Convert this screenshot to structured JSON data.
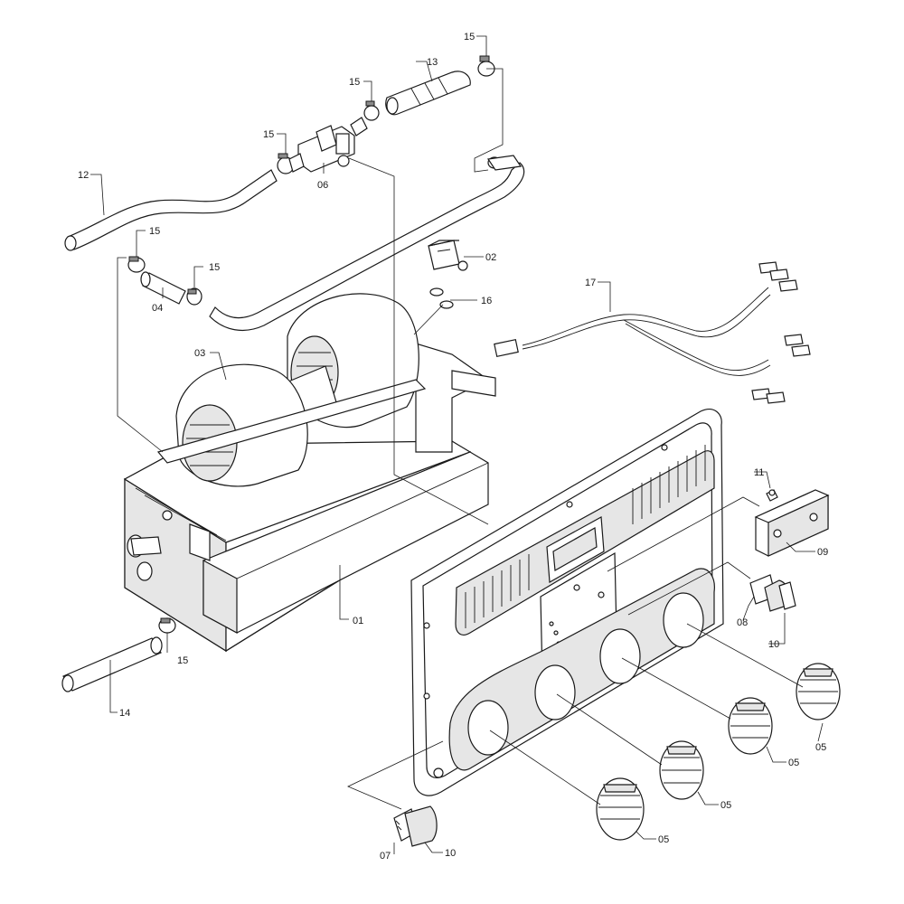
{
  "callouts": [
    {
      "id": "c01",
      "text": "01"
    },
    {
      "id": "c02",
      "text": "02"
    },
    {
      "id": "c03",
      "text": "03"
    },
    {
      "id": "c04",
      "text": "04"
    },
    {
      "id": "c05a",
      "text": "05"
    },
    {
      "id": "c05b",
      "text": "05"
    },
    {
      "id": "c05c",
      "text": "05"
    },
    {
      "id": "c05d",
      "text": "05"
    },
    {
      "id": "c06",
      "text": "06"
    },
    {
      "id": "c07",
      "text": "07"
    },
    {
      "id": "c08",
      "text": "08"
    },
    {
      "id": "c09",
      "text": "09"
    },
    {
      "id": "c10a",
      "text": "10"
    },
    {
      "id": "c10b",
      "text": "10"
    },
    {
      "id": "c11",
      "text": "11"
    },
    {
      "id": "c12",
      "text": "12"
    },
    {
      "id": "c13",
      "text": "13"
    },
    {
      "id": "c14",
      "text": "14"
    },
    {
      "id": "c15a",
      "text": "15"
    },
    {
      "id": "c15b",
      "text": "15"
    },
    {
      "id": "c15c",
      "text": "15"
    },
    {
      "id": "c15d",
      "text": "15"
    },
    {
      "id": "c15e",
      "text": "15"
    },
    {
      "id": "c15f",
      "text": "15"
    },
    {
      "id": "c16",
      "text": "16"
    },
    {
      "id": "c17",
      "text": "17"
    }
  ]
}
